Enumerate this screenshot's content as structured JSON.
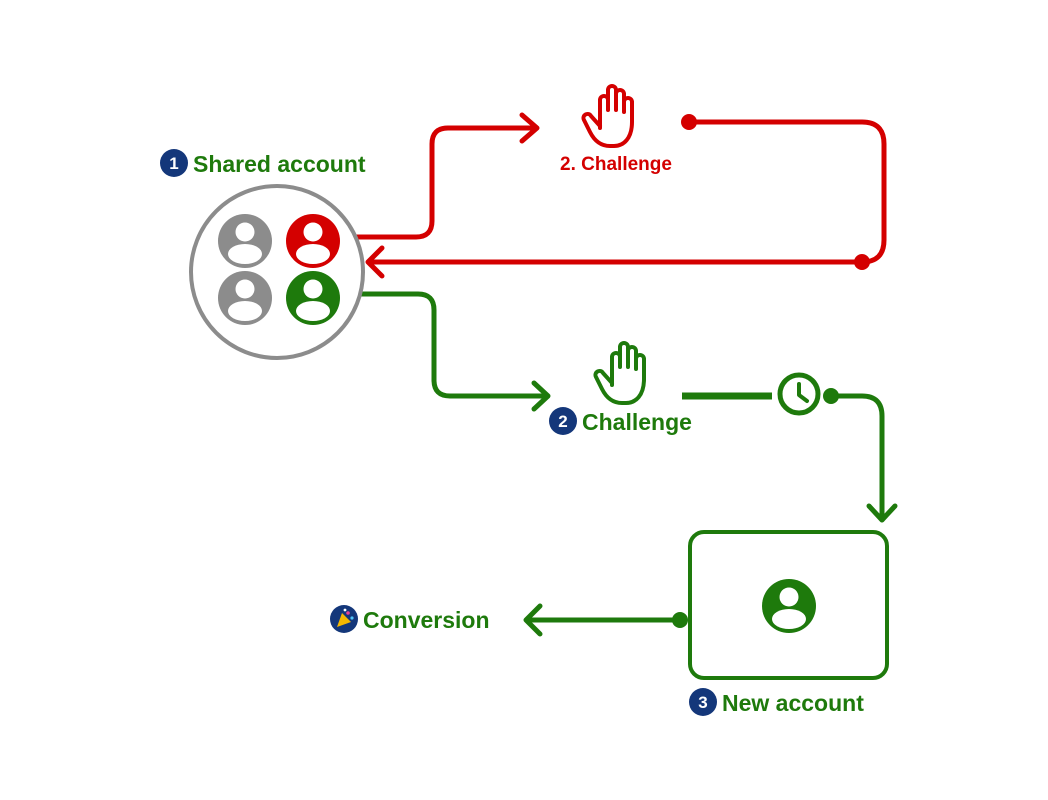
{
  "colors": {
    "green": "#1e7a0c",
    "red": "#d40000",
    "gray": "#8c8c8c",
    "badge": "#14377a"
  },
  "labels": {
    "shared_account": "Shared account",
    "challenge_red": "2. Challenge",
    "challenge_green": "Challenge",
    "new_account": "New account",
    "conversion": "Conversion"
  },
  "badges": {
    "shared": "1",
    "challenge": "2",
    "new_account": "3"
  },
  "icons": {
    "user": "user-icon",
    "stop": "hand-stop-icon",
    "timer": "clock-icon",
    "celebrate": "party-popper-icon"
  }
}
